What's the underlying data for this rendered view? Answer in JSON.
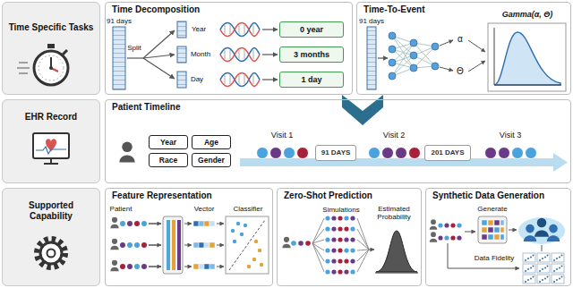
{
  "diagram": {
    "nodes": [
      {
        "text": [
          "Time Specific Tasks"
        ]
      },
      {
        "text": [
          "Time Decomposition"
        ]
      },
      {
        "text": [
          "0 year"
        ],
        "in": 1
      },
      {
        "text": [
          "3 months"
        ],
        "in": 1
      },
      {
        "text": [
          "1 day"
        ],
        "in": 1
      },
      {
        "text": [
          "Time-To-Event"
        ]
      },
      {
        "text": [
          "EHR Record"
        ]
      },
      {
        "text": [
          "Patient Timeline"
        ]
      },
      {
        "text": [
          "Year"
        ],
        "in": 7
      },
      {
        "text": [
          "Age"
        ],
        "in": 7
      },
      {
        "text": [
          "Race"
        ],
        "in": 7
      },
      {
        "text": [
          "Gender"
        ],
        "in": 7
      },
      {
        "text": [
          "91 DAYS"
        ],
        "in": 7
      },
      {
        "text": [
          "201 DAYS"
        ],
        "in": 7
      },
      {
        "text": [
          "Supported Capability"
        ]
      },
      {
        "text": [
          "Feature Representation"
        ]
      },
      {
        "text": [
          "Zero-Shot Prediction"
        ]
      },
      {
        "text": [
          "Synthetic Data Generation"
        ]
      }
    ],
    "labels": [
      "91 days",
      "Split",
      "Year",
      "Month",
      "Day",
      "91 days",
      "α",
      "Θ",
      "Gamma(α, Θ)",
      "Visit 1",
      "Visit 2",
      "Visit 3",
      "Patient",
      "Vector",
      "Classifier",
      "Simulations",
      "Estimated Probability",
      "Generate",
      "Data Fidelity"
    ]
  }
}
